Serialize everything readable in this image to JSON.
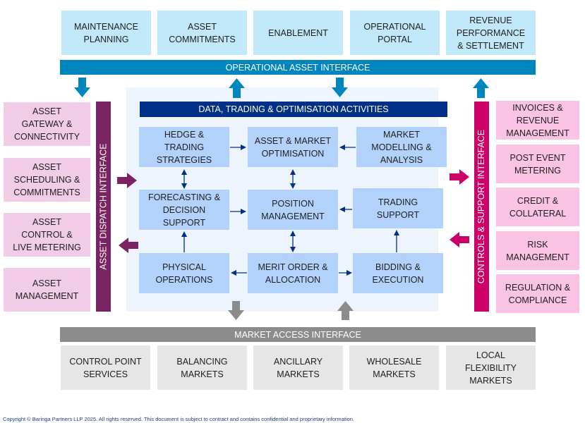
{
  "colors": {
    "operational_interface": "#0086bf",
    "dispatch_interface": "#7a2362",
    "controls_interface": "#cc0066",
    "market_interface": "#8c8c8c",
    "core_header": "#003087",
    "inner_arrow": "#003087"
  },
  "top_row": [
    {
      "label": "Maintenance\nPlanning"
    },
    {
      "label": "Asset\nCommitments"
    },
    {
      "label": "Enablement"
    },
    {
      "label": "Operational\nPortal"
    },
    {
      "label": "Revenue\nPerformance\n& Settlement"
    }
  ],
  "operational_interface": {
    "label": "Operational Asset Interface"
  },
  "left_column": [
    {
      "label": "Asset\nGateway &\nConnectivity"
    },
    {
      "label": "Asset\nScheduling &\nCommitments"
    },
    {
      "label": "Asset\nControl &\nLive Metering"
    },
    {
      "label": "Asset\nManagement"
    }
  ],
  "dispatch_interface": {
    "label": "Asset Dispatch Interface"
  },
  "core": {
    "header": "Data, Trading & Optimisation Activities",
    "boxes": [
      {
        "label": "Hedge &\nTrading\nStrategies"
      },
      {
        "label": "Asset & Market\nOptimisation"
      },
      {
        "label": "Market\nModelling &\nAnalysis"
      },
      {
        "label": "Forecasting &\nDecision\nSupport"
      },
      {
        "label": "Position\nManagement"
      },
      {
        "label": "Trading\nSupport"
      },
      {
        "label": "Physical\nOperations"
      },
      {
        "label": "Merit Order &\nAllocation"
      },
      {
        "label": "Bidding &\nExecution"
      }
    ]
  },
  "controls_interface": {
    "label": "Controls  & Support Interface"
  },
  "right_column": [
    {
      "label": "Invoices &\nRevenue\nManagement"
    },
    {
      "label": "Post Event\nMetering"
    },
    {
      "label": "Credit &\nCollateral"
    },
    {
      "label": "Risk\nManagement"
    },
    {
      "label": "Regulation &\nCompliance"
    }
  ],
  "market_interface": {
    "label": "Market Access Interface"
  },
  "bottom_row": [
    {
      "label": "Control Point\nServices"
    },
    {
      "label": "Balancing\nMarkets"
    },
    {
      "label": "Ancillary\nMarkets"
    },
    {
      "label": "Wholesale\nMarkets"
    },
    {
      "label": "Local\nFlexibility\nMarkets"
    }
  ],
  "footer": {
    "copyright": "Copyright © Baringa Partners LLP 2025.  All rights reserved. This document is subject to contract and contains confidential and proprietary information."
  }
}
